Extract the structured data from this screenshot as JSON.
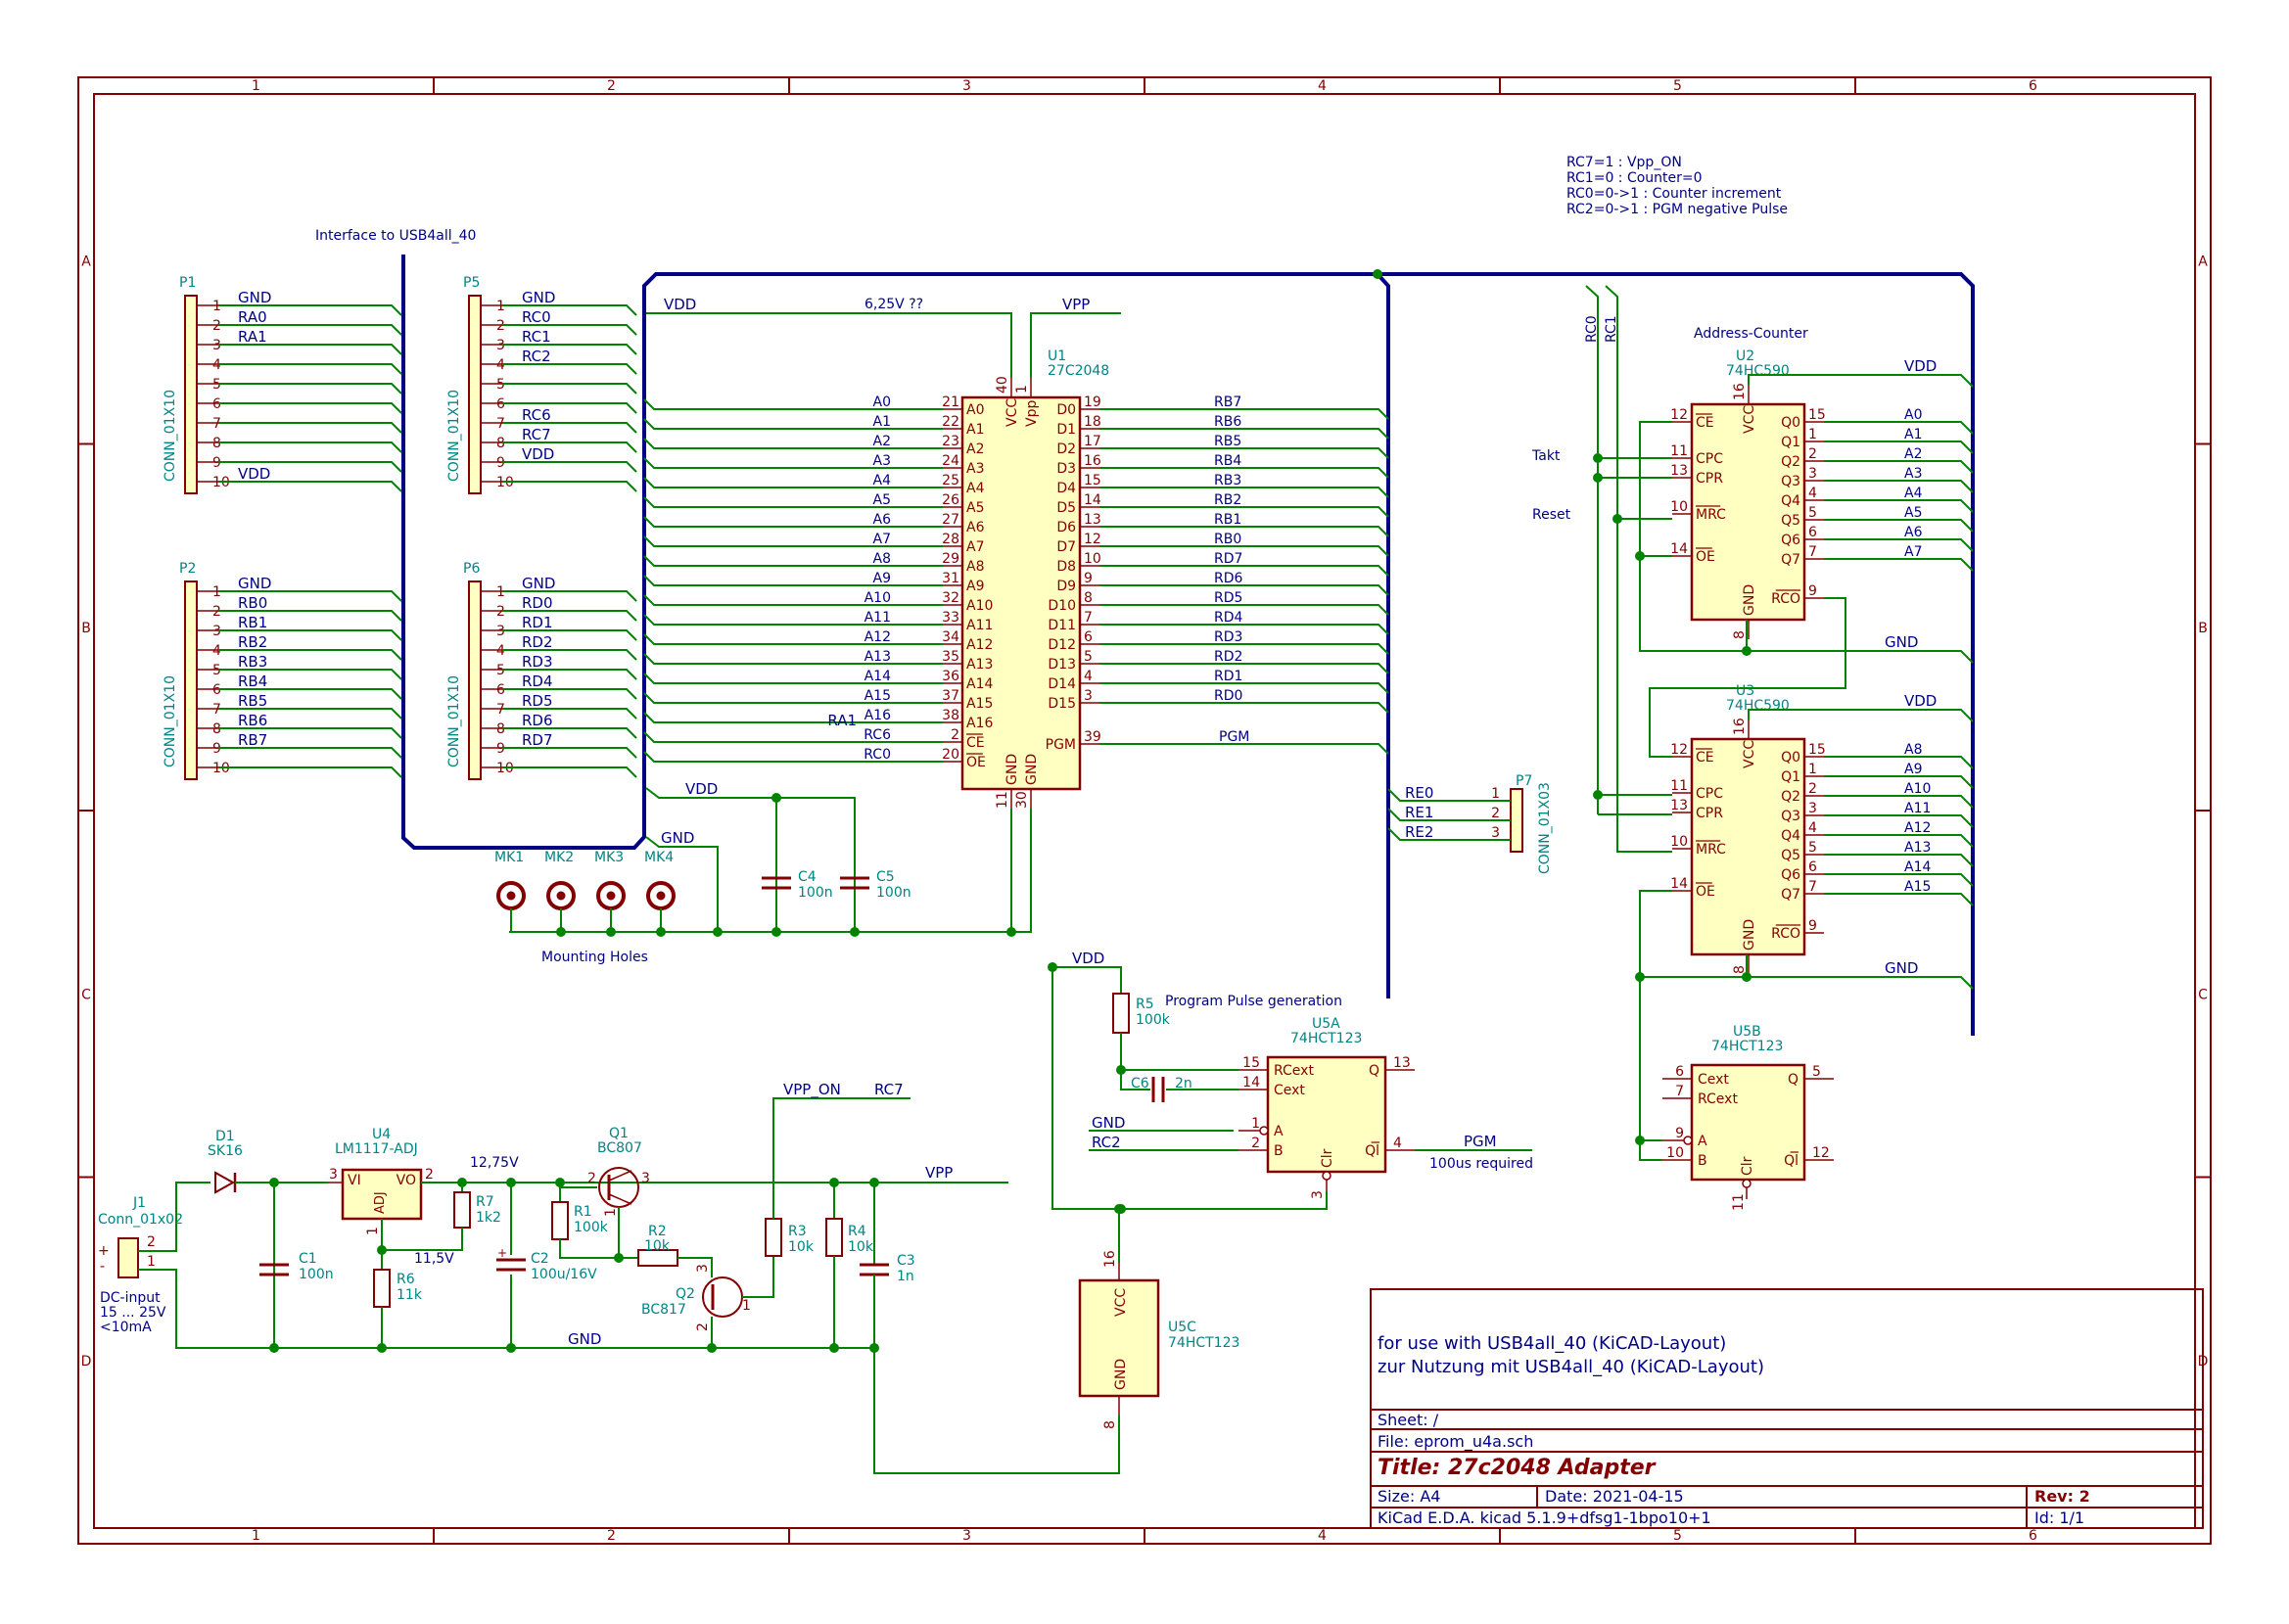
{
  "colors": {
    "border": "#840000",
    "wire": "#008400",
    "bus": "#000084",
    "note": "#000084",
    "text": "#000084",
    "part": "#840000",
    "pin": "#840000",
    "ref": "#008484",
    "junction": "#008400"
  },
  "border": {
    "cols": [
      "1",
      "2",
      "3",
      "4",
      "5",
      "6"
    ],
    "rows": [
      "A",
      "B",
      "C",
      "D"
    ]
  },
  "notes": {
    "interface": "Interface to USB4all_40",
    "control": [
      "RC7=1 : Vpp_ON",
      "RC1=0 : Counter=0",
      "RC0=0->1 : Counter increment",
      "RC2=0->1 : PGM negative Pulse"
    ],
    "v625": "6,25V ??",
    "mounting": "Mounting Holes",
    "pulse": "Program Pulse generation",
    "pulse_req": "100us required",
    "addr": "Address-Counter",
    "takt": "Takt",
    "reset": "Reset",
    "dcin": [
      "DC-input",
      "15 ... 25V",
      "<10mA"
    ],
    "v1275": "12,75V",
    "v115": "11,5V"
  },
  "connectors": {
    "P1": {
      "ref": "P1",
      "value": "CONN_01X10",
      "nets": [
        "GND",
        "RA0",
        "RA1",
        "",
        "",
        "",
        "",
        "",
        "",
        "VDD"
      ]
    },
    "P2": {
      "ref": "P2",
      "value": "CONN_01X10",
      "nets": [
        "GND",
        "RB0",
        "RB1",
        "RB2",
        "RB3",
        "RB4",
        "RB5",
        "RB6",
        "RB7",
        ""
      ]
    },
    "P5": {
      "ref": "P5",
      "value": "CONN_01X10",
      "nets": [
        "GND",
        "RC0",
        "RC1",
        "RC2",
        "",
        "",
        "RC6",
        "RC7",
        "VDD",
        ""
      ]
    },
    "P6": {
      "ref": "P6",
      "value": "CONN_01X10",
      "nets": [
        "GND",
        "RD0",
        "RD1",
        "RD2",
        "RD3",
        "RD4",
        "RD5",
        "RD6",
        "RD7",
        ""
      ]
    },
    "P7": {
      "ref": "P7",
      "value": "CONN_01X03",
      "nets": [
        "RE0",
        "RE1",
        "RE2"
      ]
    }
  },
  "u1": {
    "ref": "U1",
    "value": "27C2048",
    "left_pins": [
      [
        "A0",
        "21"
      ],
      [
        "A1",
        "22"
      ],
      [
        "A2",
        "23"
      ],
      [
        "A3",
        "24"
      ],
      [
        "A4",
        "25"
      ],
      [
        "A5",
        "26"
      ],
      [
        "A6",
        "27"
      ],
      [
        "A7",
        "28"
      ],
      [
        "A8",
        "29"
      ],
      [
        "A9",
        "31"
      ],
      [
        "A10",
        "32"
      ],
      [
        "A11",
        "33"
      ],
      [
        "A12",
        "34"
      ],
      [
        "A13",
        "35"
      ],
      [
        "A14",
        "36"
      ],
      [
        "A15",
        "37"
      ],
      [
        "A16",
        "38"
      ],
      [
        "CE",
        "2"
      ],
      [
        "OE",
        "20"
      ]
    ],
    "right_pins": [
      [
        "D0",
        "19",
        "RB7"
      ],
      [
        "D1",
        "18",
        "RB6"
      ],
      [
        "D2",
        "17",
        "RB5"
      ],
      [
        "D3",
        "16",
        "RB4"
      ],
      [
        "D4",
        "15",
        "RB3"
      ],
      [
        "D5",
        "14",
        "RB2"
      ],
      [
        "D6",
        "13",
        "RB1"
      ],
      [
        "D7",
        "12",
        "RB0"
      ],
      [
        "D8",
        "10",
        "RD7"
      ],
      [
        "D9",
        "9",
        "RD6"
      ],
      [
        "D10",
        "8",
        "RD5"
      ],
      [
        "D11",
        "7",
        "RD4"
      ],
      [
        "D12",
        "6",
        "RD3"
      ],
      [
        "D13",
        "5",
        "RD2"
      ],
      [
        "D14",
        "4",
        "RD1"
      ],
      [
        "D15",
        "3",
        "RD0"
      ]
    ],
    "left_nets": [
      "A0",
      "A1",
      "A2",
      "A3",
      "A4",
      "A5",
      "A6",
      "A7",
      "A8",
      "A9",
      "A10",
      "A11",
      "A12",
      "A13",
      "A14",
      "A15",
      "A16",
      "RC6",
      "RC0"
    ],
    "ra1": "RA1",
    "pgm": [
      "PGM",
      "39",
      "PGM"
    ],
    "vcc": [
      "VCC",
      "40"
    ],
    "vpp": [
      "Vpp",
      "1"
    ],
    "gnd1": [
      "GND",
      "11"
    ],
    "gnd2": [
      "GND",
      "30"
    ]
  },
  "counters": {
    "U2": {
      "ref": "U2",
      "value": "74HC590",
      "out_nets": [
        "A0",
        "A1",
        "A2",
        "A3",
        "A4",
        "A5",
        "A6",
        "A7"
      ]
    },
    "U3": {
      "ref": "U3",
      "value": "74HC590",
      "out_nets": [
        "A8",
        "A9",
        "A10",
        "A11",
        "A12",
        "A13",
        "A14",
        "A15"
      ]
    },
    "left_pins": [
      [
        "CE",
        "12"
      ],
      [
        "CPC",
        "11"
      ],
      [
        "CPR",
        "13"
      ],
      [
        "MRC",
        "10"
      ],
      [
        "OE",
        "14"
      ]
    ],
    "right_pins": [
      [
        "Q0",
        "15"
      ],
      [
        "Q1",
        "1"
      ],
      [
        "Q2",
        "2"
      ],
      [
        "Q3",
        "3"
      ],
      [
        "Q4",
        "4"
      ],
      [
        "Q5",
        "5"
      ],
      [
        "Q6",
        "6"
      ],
      [
        "Q7",
        "7"
      ]
    ],
    "rco": [
      "RCO",
      "9"
    ],
    "vcc": [
      "VCC",
      "16"
    ],
    "gnd": [
      "GND",
      "8"
    ]
  },
  "monoflop": {
    "U5A": {
      "ref": "U5A",
      "value": "74HCT123",
      "pins": [
        [
          "RCext",
          "15"
        ],
        [
          "Cext",
          "14"
        ],
        [
          "A",
          "1"
        ],
        [
          "B",
          "2"
        ],
        [
          "Q",
          "13"
        ],
        [
          "Ql",
          "4"
        ],
        [
          "Clr",
          "3"
        ]
      ]
    },
    "U5B": {
      "ref": "U5B",
      "value": "74HCT123",
      "pins": [
        [
          "Cext",
          "6"
        ],
        [
          "RCext",
          "7"
        ],
        [
          "A",
          "9"
        ],
        [
          "B",
          "10"
        ],
        [
          "Q",
          "5"
        ],
        [
          "Ql",
          "12"
        ],
        [
          "Clr",
          "11"
        ]
      ]
    },
    "U5C": {
      "ref": "U5C",
      "value": "74HCT123",
      "pins": [
        [
          "VCC",
          "16"
        ],
        [
          "GND",
          "8"
        ]
      ]
    }
  },
  "passives": {
    "C4": [
      "C4",
      "100n"
    ],
    "C5": [
      "C5",
      "100n"
    ],
    "C6": [
      "C6",
      "2n"
    ],
    "R5": [
      "R5",
      "100k"
    ],
    "J1": [
      "J1",
      "Conn_01x02"
    ],
    "D1": [
      "D1",
      "SK16"
    ],
    "C1": [
      "C1",
      "100n"
    ],
    "U4": [
      "U4",
      "LM1117-ADJ"
    ],
    "R7": [
      "R7",
      "1k2"
    ],
    "R6": [
      "R6",
      "11k"
    ],
    "C2": [
      "C2",
      "100u/16V"
    ],
    "Q1": [
      "Q1",
      "BC807"
    ],
    "R1": [
      "R1",
      "100k"
    ],
    "R2": [
      "R2",
      "10k"
    ],
    "Q2": [
      "Q2",
      "BC817"
    ],
    "R3": [
      "R3",
      "10k"
    ],
    "R4": [
      "R4",
      "10k"
    ],
    "C3": [
      "C3",
      "1n"
    ],
    "MK": [
      "MK1",
      "MK2",
      "MK3",
      "MK4"
    ]
  },
  "nets": {
    "vdd": "VDD",
    "vpp": "VPP",
    "gnd": "GND",
    "vppon": "VPP_ON",
    "rc7": "RC7",
    "rc2": "RC2",
    "rc0": "RC0",
    "rc1": "RC1",
    "pgm": "PGM",
    "vi": "VI",
    "vo": "VO",
    "adj": "ADJ"
  },
  "title_block": {
    "comment1": "for use with USB4all_40 (KiCAD-Layout)",
    "comment2": "zur Nutzung mit USB4all_40 (KiCAD-Layout)",
    "sheet": "Sheet: /",
    "file": "File: eprom_u4a.sch",
    "title": "Title: 27c2048 Adapter",
    "size": "Size: A4",
    "date": "Date: 2021-04-15",
    "rev": "Rev: 2",
    "tool": "KiCad E.D.A.  kicad 5.1.9+dfsg1-1bpo10+1",
    "id": "Id: 1/1"
  }
}
